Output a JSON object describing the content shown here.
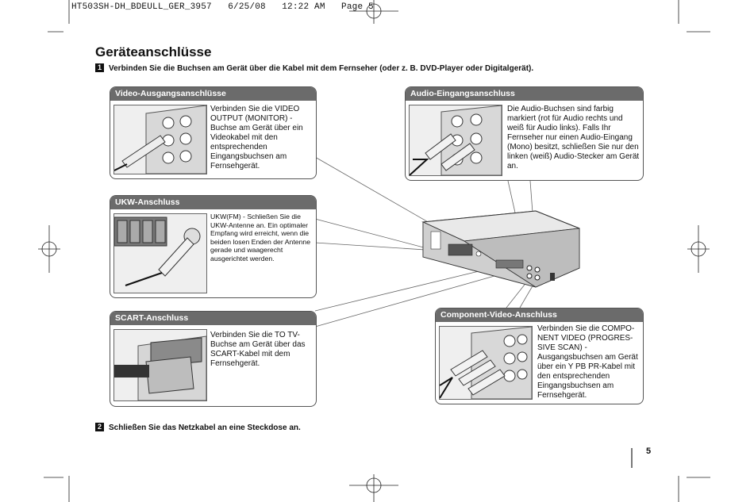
{
  "slug_line": "HT503SH-DH_BDEULL_GER_3957   6/25/08   12:22 AM   Page 5",
  "title": "Geräteanschlüsse",
  "steps": [
    {
      "num": "1",
      "text": "Verbinden Sie die Buchsen am Gerät über die Kabel mit dem Fernseher (oder z. B. DVD-Player oder Digitalgerät)."
    },
    {
      "num": "2",
      "text": "Schließen Sie das Netzkabel an eine Steckdose an."
    }
  ],
  "panels": {
    "video": {
      "heading": "Video-Ausgangsanschlüsse",
      "text": "Verbinden Sie die VIDEO OUTPUT (MONITOR) - Buchse am Gerät über ein Videokabel mit den entsprechenden Eingangsbuchsen am Fernsehgerät."
    },
    "fm": {
      "heading": "UKW-Anschluss",
      "text": "UKW(FM) - Schließen Sie die UKW-Antenne an. Ein optimaler Empfang wird erreicht, wenn die beiden losen Enden der Antenne gerade und waagerecht ausgerichtet werden."
    },
    "scart": {
      "heading": "SCART-Anschluss",
      "text": "Verbinden Sie die TO TV- Buchse am Gerät über das SCART-Kabel mit dem Fernsehgerät."
    },
    "audio": {
      "heading": "Audio-Eingangsanschluss",
      "text": "Die Audio-Buchsen sind farbig markiert (rot für Audio rechts und weiß für Audio links). Falls Ihr Fernseher nur einen Audio-Eingang (Mono) besitzt, schließen Sie nur den linken (weiß) Audio-Stecker am Gerät an."
    },
    "component": {
      "heading": "Component-Video-Anschluss",
      "text": "Verbinden Sie die COMPO- NENT VIDEO (PROGRES- SIVE SCAN) - Ausgangsbuchsen am Gerät über ein Y PB PR-Kabel mit den entsprechenden Eingangsbuchsen am Fernsehgerät."
    }
  },
  "page_number": "5",
  "colors": {
    "panel_header": "#6b6b6b",
    "border": "#555555",
    "illustration_bg": "#efefef"
  }
}
